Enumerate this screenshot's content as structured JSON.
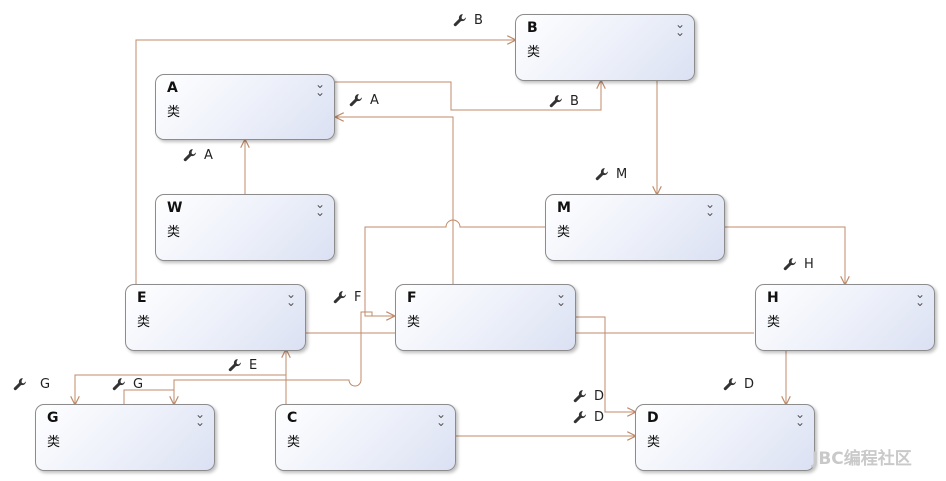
{
  "nodes": {
    "B": {
      "title": "B",
      "stereotype": "类"
    },
    "A": {
      "title": "A",
      "stereotype": "类"
    },
    "W": {
      "title": "W",
      "stereotype": "类"
    },
    "M": {
      "title": "M",
      "stereotype": "类"
    },
    "E": {
      "title": "E",
      "stereotype": "类"
    },
    "F": {
      "title": "F",
      "stereotype": "类"
    },
    "H": {
      "title": "H",
      "stereotype": "类"
    },
    "G": {
      "title": "G",
      "stereotype": "类"
    },
    "C": {
      "title": "C",
      "stereotype": "类"
    },
    "D": {
      "title": "D",
      "stereotype": "类"
    }
  },
  "labels": {
    "b_top": "B",
    "a_mid": "A",
    "b_mid": "B",
    "a_low": "A",
    "m": "M",
    "h": "H",
    "f": "F",
    "e": "E",
    "g_left": "G",
    "g_mid": "G",
    "d_a": "D",
    "d_b": "D",
    "d_c": "D"
  },
  "icons": {
    "association": "wrench-icon",
    "collapse": "double-chevron-down-icon"
  },
  "colors": {
    "connector": "#c08a6a",
    "border": "#8c8c8c"
  },
  "watermark": "JBC编程社区"
}
